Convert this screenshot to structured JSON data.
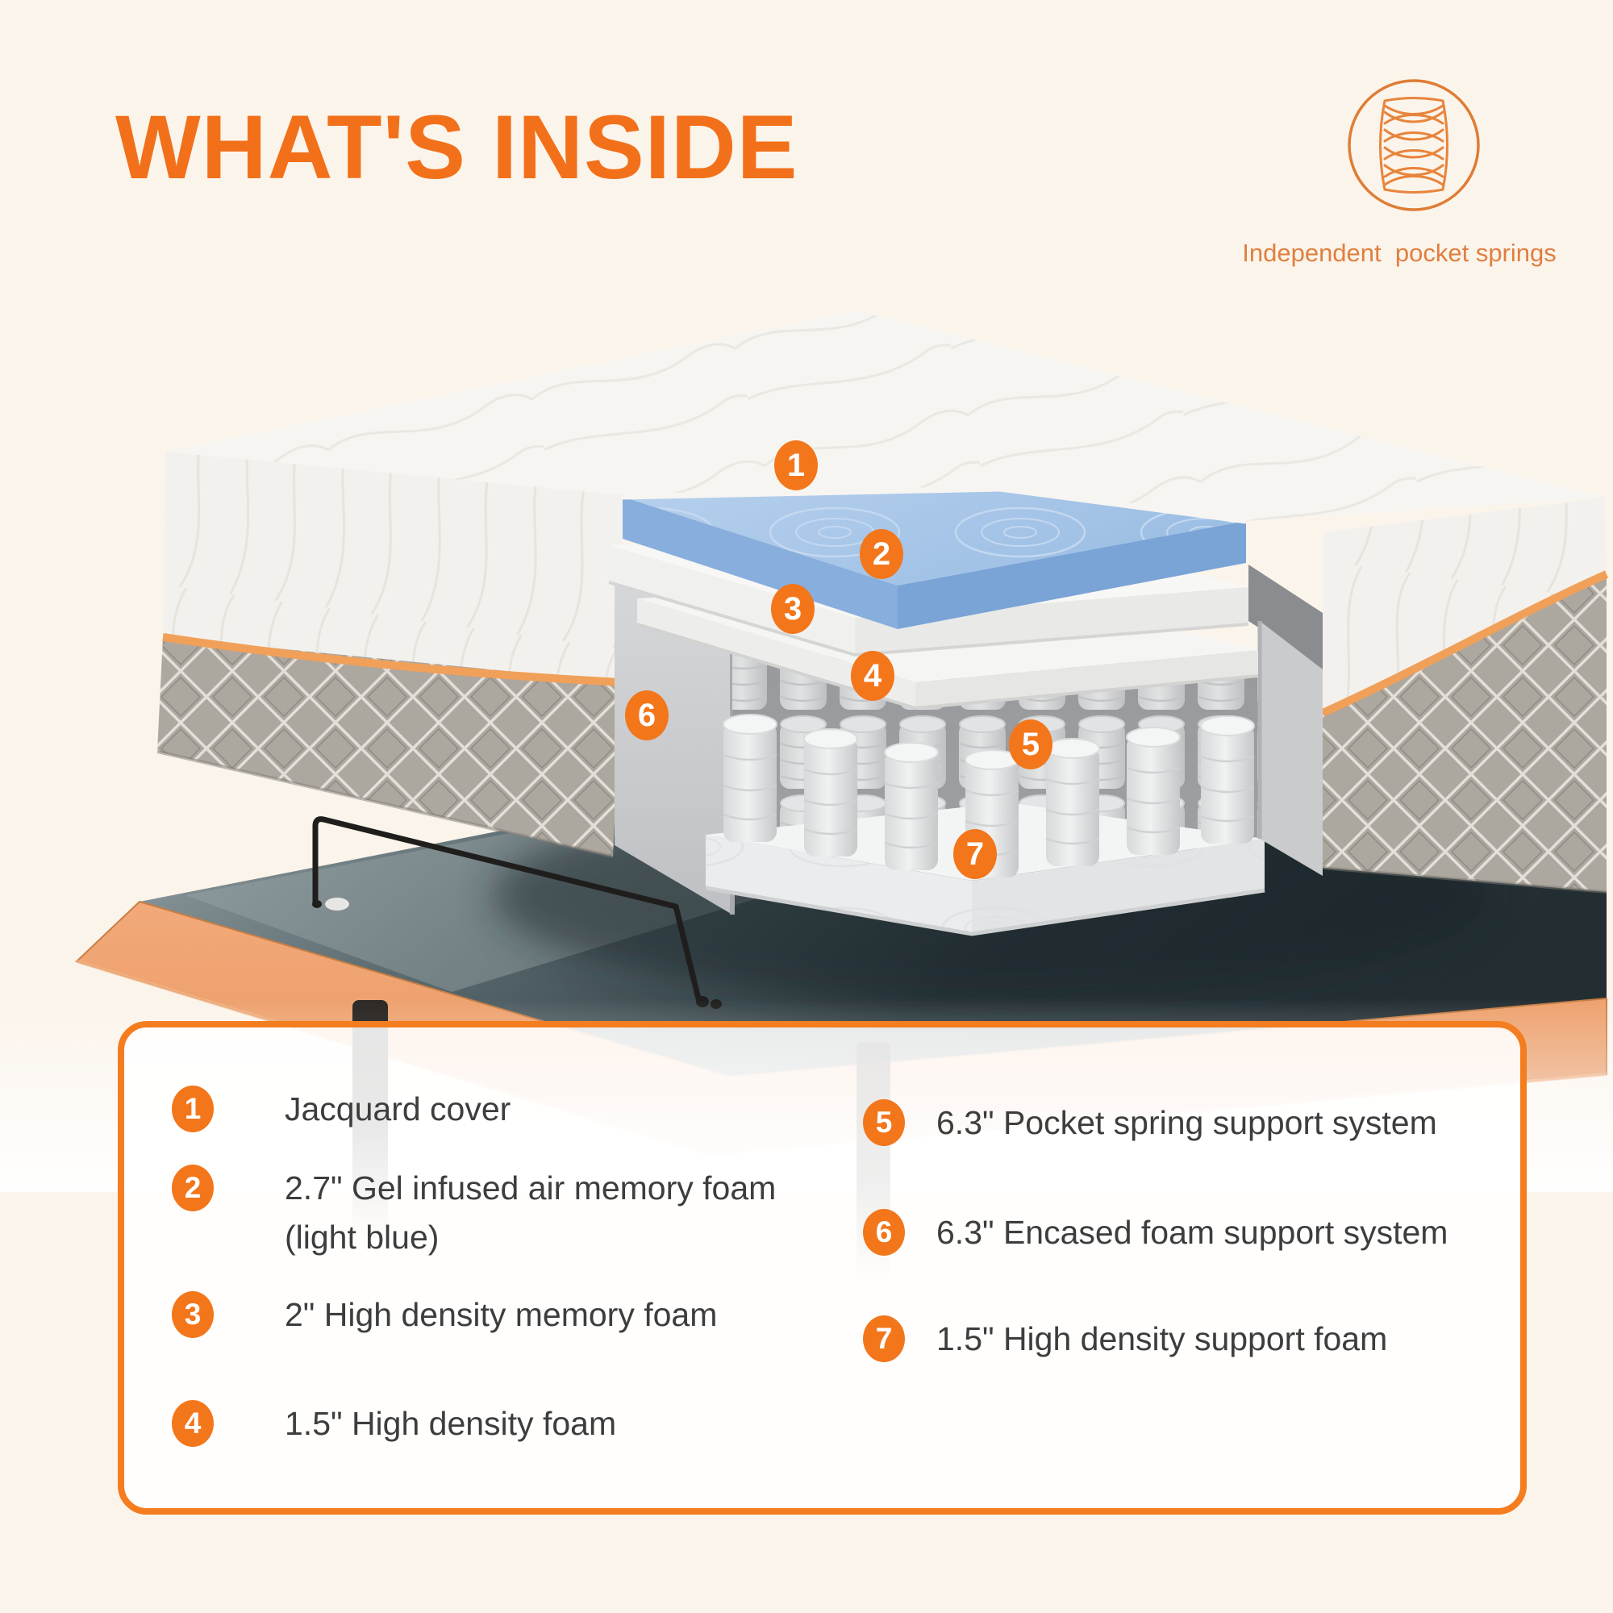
{
  "title": "WHAT'S INSIDE",
  "top_icon": {
    "icon": "pocket-spring-icon",
    "label": "Independent  pocket springs"
  },
  "callouts": [
    "1",
    "2",
    "3",
    "4",
    "5",
    "6",
    "7"
  ],
  "legend": {
    "items": [
      {
        "num": "1",
        "lines": [
          "Jacquard cover"
        ]
      },
      {
        "num": "2",
        "lines": [
          "2.7\" Gel infused air memory foam",
          "(light blue)"
        ]
      },
      {
        "num": "3",
        "lines": [
          "2\" High density memory foam"
        ]
      },
      {
        "num": "4",
        "lines": [
          "1.5\" High density foam"
        ]
      },
      {
        "num": "5",
        "lines": [
          "6.3\" Pocket spring support system"
        ]
      },
      {
        "num": "6",
        "lines": [
          "6.3\" Encased foam support system"
        ]
      },
      {
        "num": "7",
        "lines": [
          "1.5\" High density support foam"
        ]
      }
    ]
  },
  "colors": {
    "background": "#FBF4EB",
    "accent_orange": "#F2701A",
    "badge_orange": "#F3761B",
    "legend_border": "#F47D1F",
    "legend_text": "#3D3D3D",
    "gel_foam_blue": "#A9C7E9",
    "base_orange": "#EDA06B",
    "deck_teal": "#2C383D"
  }
}
